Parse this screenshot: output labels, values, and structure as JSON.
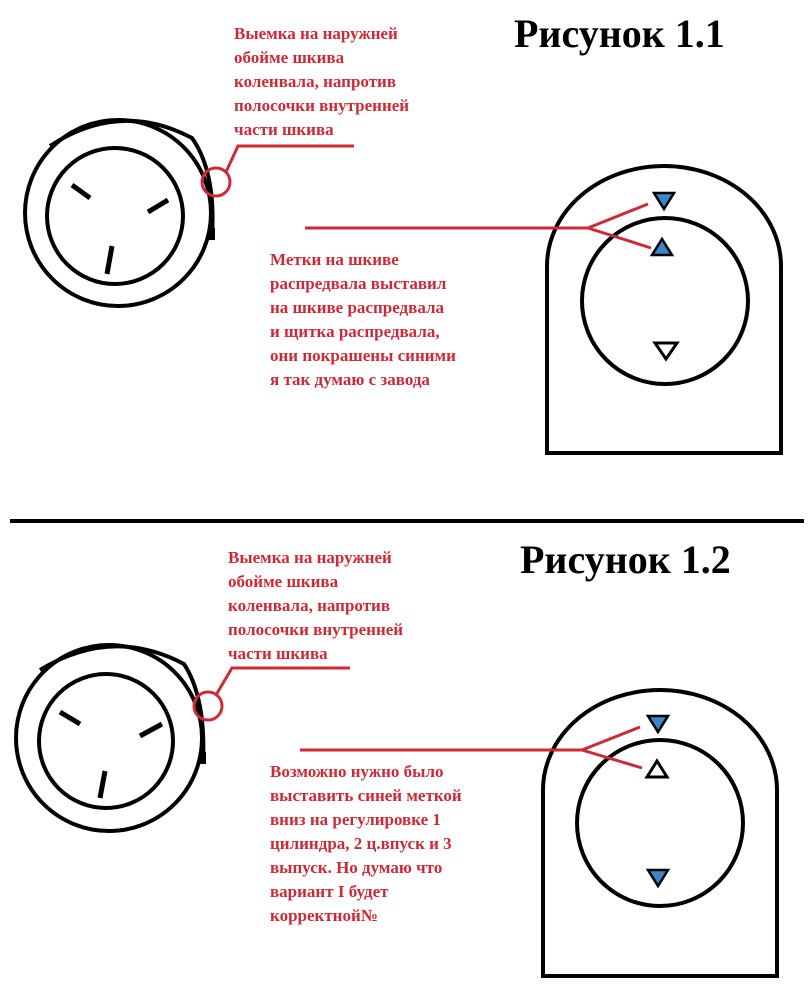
{
  "figure1": {
    "title": "Рисунок 1.1",
    "crank_note": "Выемка на наружней\nобойме шкива\nколенвала, напротив\nполосочки внутренней\nчасти шкива",
    "cam_note": "Метки на шкиве\nраспредвала выставил\nна шкиве распредвала\nи щитка распредвала,\nони покрашены синими\nя так думаю с завода"
  },
  "figure2": {
    "title": "Рисунок 1.2",
    "crank_note": "Выемка на наружней\nобойме шкива\nколенвала, напротив\nполосочки внутренней\nчасти шкива",
    "cam_note": "Возможно нужно было\nвыставить синей меткой\nвниз на регулировке 1\nцилиндра, 2 ц.впуск и 3\nвыпуск. Но думаю что\nвариант I будет\nкорректной№"
  },
  "colors": {
    "annotation": "#cc2a36",
    "mark_blue": "#3a86c6",
    "outline": "#000000"
  }
}
